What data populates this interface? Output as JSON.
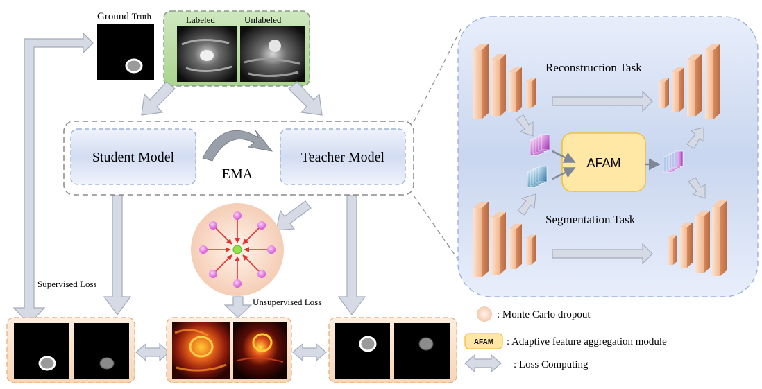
{
  "gt_label": "Ground",
  "gt_label_suffix": "Truth",
  "input": {
    "labeled": "Labeled",
    "unlabeled": "Unlabeled"
  },
  "models": {
    "student": "Student Model",
    "teacher": "Teacher Model",
    "ema": "EMA"
  },
  "losses": {
    "supervised": "Supervised Loss",
    "unsupervised": "Unsupervised Loss"
  },
  "network": {
    "reconstruction": "Reconstruction Task",
    "segmentation": "Segmentation Task",
    "module": "AFAM"
  },
  "legend": {
    "mc_dropout": ": Monte Carlo dropout",
    "afam_badge": "AFAM",
    "afam": ": Adaptive feature aggregation module",
    "loss": ": Loss Computing"
  },
  "colors": {
    "arrow_fill": "#d5dae5",
    "arrow_stroke": "#a3abbb",
    "panel_blue": "#c9d6ef",
    "model_blue": "#dbe4f6",
    "afam_yellow": "#ffe8a6",
    "afam_border": "#f0c040",
    "input_green": "#b9dca3",
    "result_orange": "#f7d6b6",
    "block_orange": "#e9a77c",
    "node_pink": "#e97ee9",
    "node_center": "#8ee44a",
    "spoke_red": "#e53030"
  }
}
